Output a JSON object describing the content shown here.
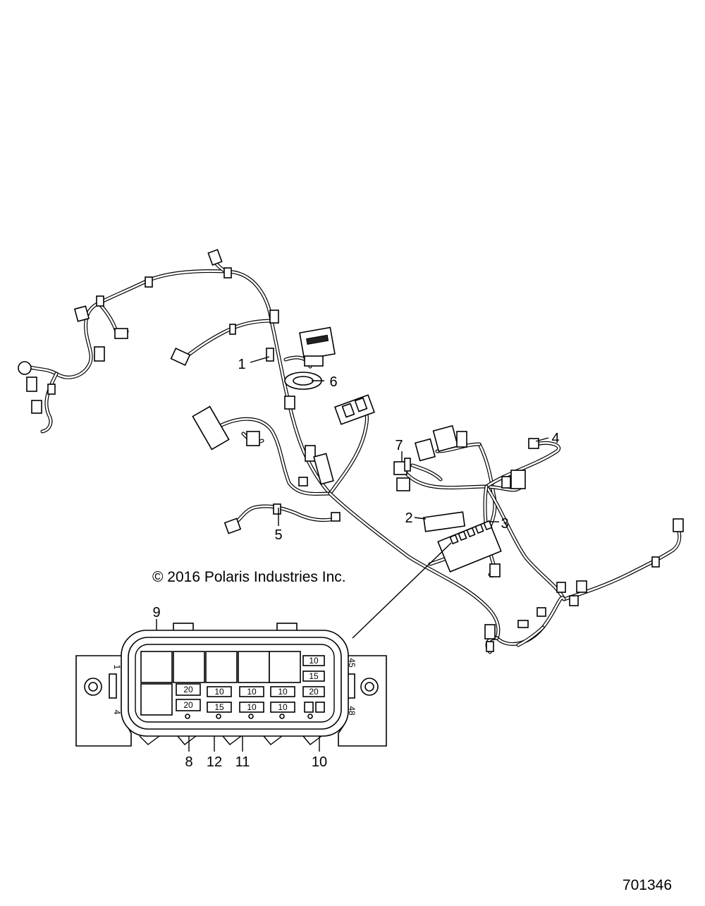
{
  "diagram": {
    "copyright": "© 2016 Polaris Industries Inc.",
    "part_number": "701346",
    "callouts": [
      "1",
      "2",
      "3",
      "4",
      "5",
      "6",
      "7",
      "8",
      "9",
      "10",
      "11",
      "12"
    ],
    "fuse_box": {
      "side_labels": {
        "top_left": "1",
        "bottom_left": "4",
        "top_right": "45",
        "bottom_right": "48"
      },
      "fuse_values": {
        "row1_left": "20",
        "row2_left": "20",
        "row1_mid": [
          "10",
          "10",
          "10"
        ],
        "row2_mid": [
          "15",
          "10",
          "10"
        ],
        "right_col": [
          "10",
          "15",
          "20"
        ]
      }
    }
  }
}
